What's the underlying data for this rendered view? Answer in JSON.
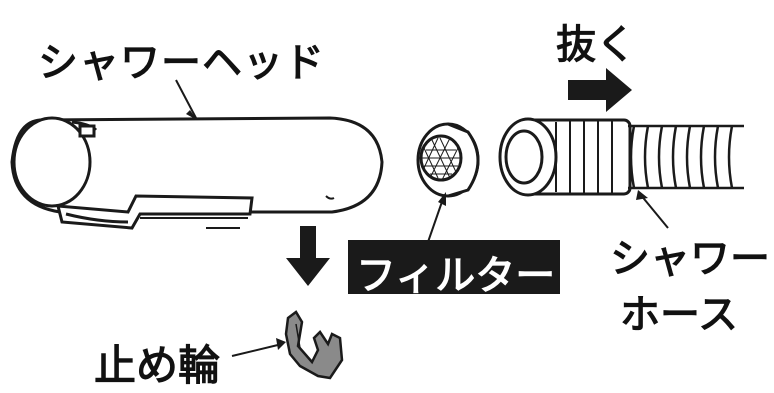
{
  "labels": {
    "shower_head": "シャワーヘッド",
    "pull": "抜く",
    "filter": "フィルター",
    "shower_hose_line1": "シャワー",
    "shower_hose_line2": "ホース",
    "retaining_ring": "止め輪"
  },
  "colors": {
    "outline": "#1a1a1a",
    "part_fill": "#ffffff",
    "clip_fill": "#8a8a8a",
    "label_box": "#1a1a1a",
    "label_box_text": "#ffffff"
  }
}
